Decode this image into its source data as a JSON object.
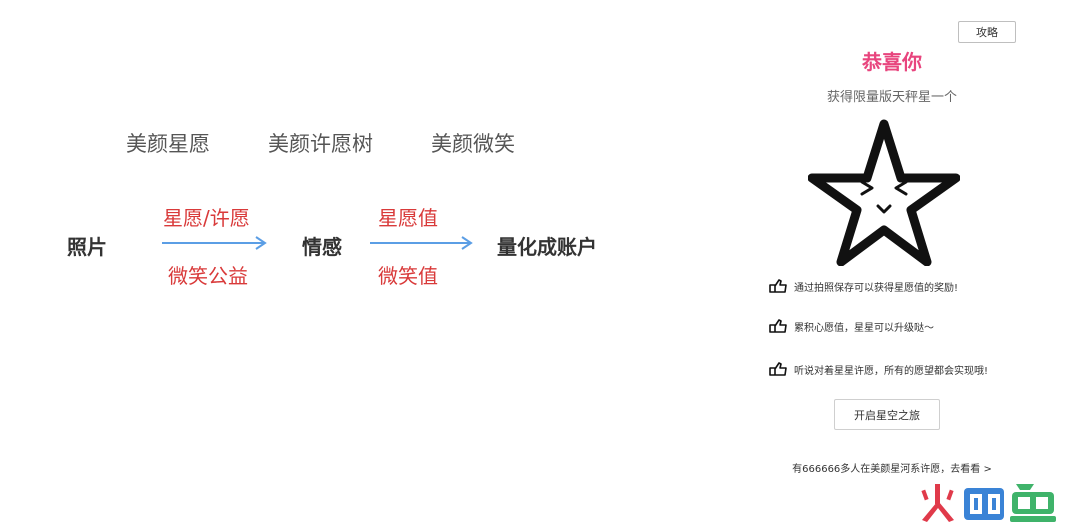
{
  "diagram": {
    "products": [
      "美颜星愿",
      "美颜许愿树",
      "美颜微笑"
    ],
    "nodes": [
      "照片",
      "情感",
      "量化成账户"
    ],
    "arrow1": {
      "top": "星愿/许愿",
      "bottom": "微笑公益"
    },
    "arrow2": {
      "top": "星愿值",
      "bottom": "微笑值"
    },
    "colors": {
      "arrow": "#5b9ee5",
      "highlight": "#d93a3a"
    }
  },
  "panel": {
    "strategy_label": "攻略",
    "congrats": "恭喜你",
    "subtitle": "获得限量版天秤星一个",
    "tips": [
      "通过拍照保存可以获得星愿值的奖励!",
      "累积心愿值，星星可以升级哒～",
      "听说对着星星许愿，所有的愿望都会实现哦!"
    ],
    "start_label": "开启星空之旅",
    "footer": "有666666多人在美颜星河系许愿，去看看 >",
    "accent": "#e8457e"
  },
  "watermark": {
    "logo_text": "火鲤鱼",
    "icon": "fish-logo-icon"
  }
}
